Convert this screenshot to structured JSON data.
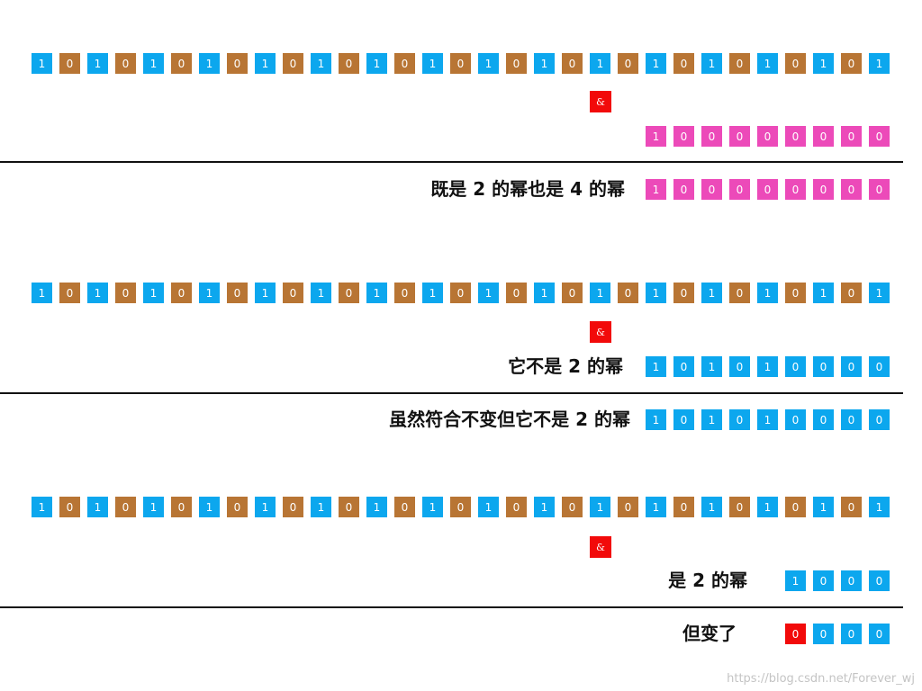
{
  "colors": {
    "one": "#0ca7ee",
    "zero": "#b87534",
    "mask": "#ec4ab9",
    "changed": "#f20a0a"
  },
  "long_bits": [
    "1",
    "0",
    "1",
    "0",
    "1",
    "0",
    "1",
    "0",
    "1",
    "0",
    "1",
    "0",
    "1",
    "0",
    "1",
    "0",
    "1",
    "0",
    "1",
    "0",
    "1",
    "0",
    "1",
    "0",
    "1",
    "0",
    "1",
    "0",
    "1",
    "0",
    "1"
  ],
  "and_symbol": "&",
  "section1": {
    "operand_bits": [
      "1",
      "0",
      "0",
      "0",
      "0",
      "0",
      "0",
      "0",
      "0"
    ],
    "result_label": "既是 2 的幂也是 4 的幂",
    "result_bits": [
      "1",
      "0",
      "0",
      "0",
      "0",
      "0",
      "0",
      "0",
      "0"
    ]
  },
  "section2": {
    "result_label": "它不是 2 的幂",
    "result_bits": [
      "1",
      "0",
      "1",
      "0",
      "1",
      "0",
      "0",
      "0",
      "0"
    ],
    "final_label": "虽然符合不变但它不是 2 的幂",
    "final_bits": [
      "1",
      "0",
      "1",
      "0",
      "1",
      "0",
      "0",
      "0",
      "0"
    ]
  },
  "section3": {
    "result_label": "是 2 的幂",
    "result_bits": [
      "1",
      "0",
      "0",
      "0"
    ],
    "final_label": "但变了",
    "final_bits": [
      "0",
      "0",
      "0",
      "0"
    ]
  },
  "watermark": "https://blog.csdn.net/Forever_wj"
}
